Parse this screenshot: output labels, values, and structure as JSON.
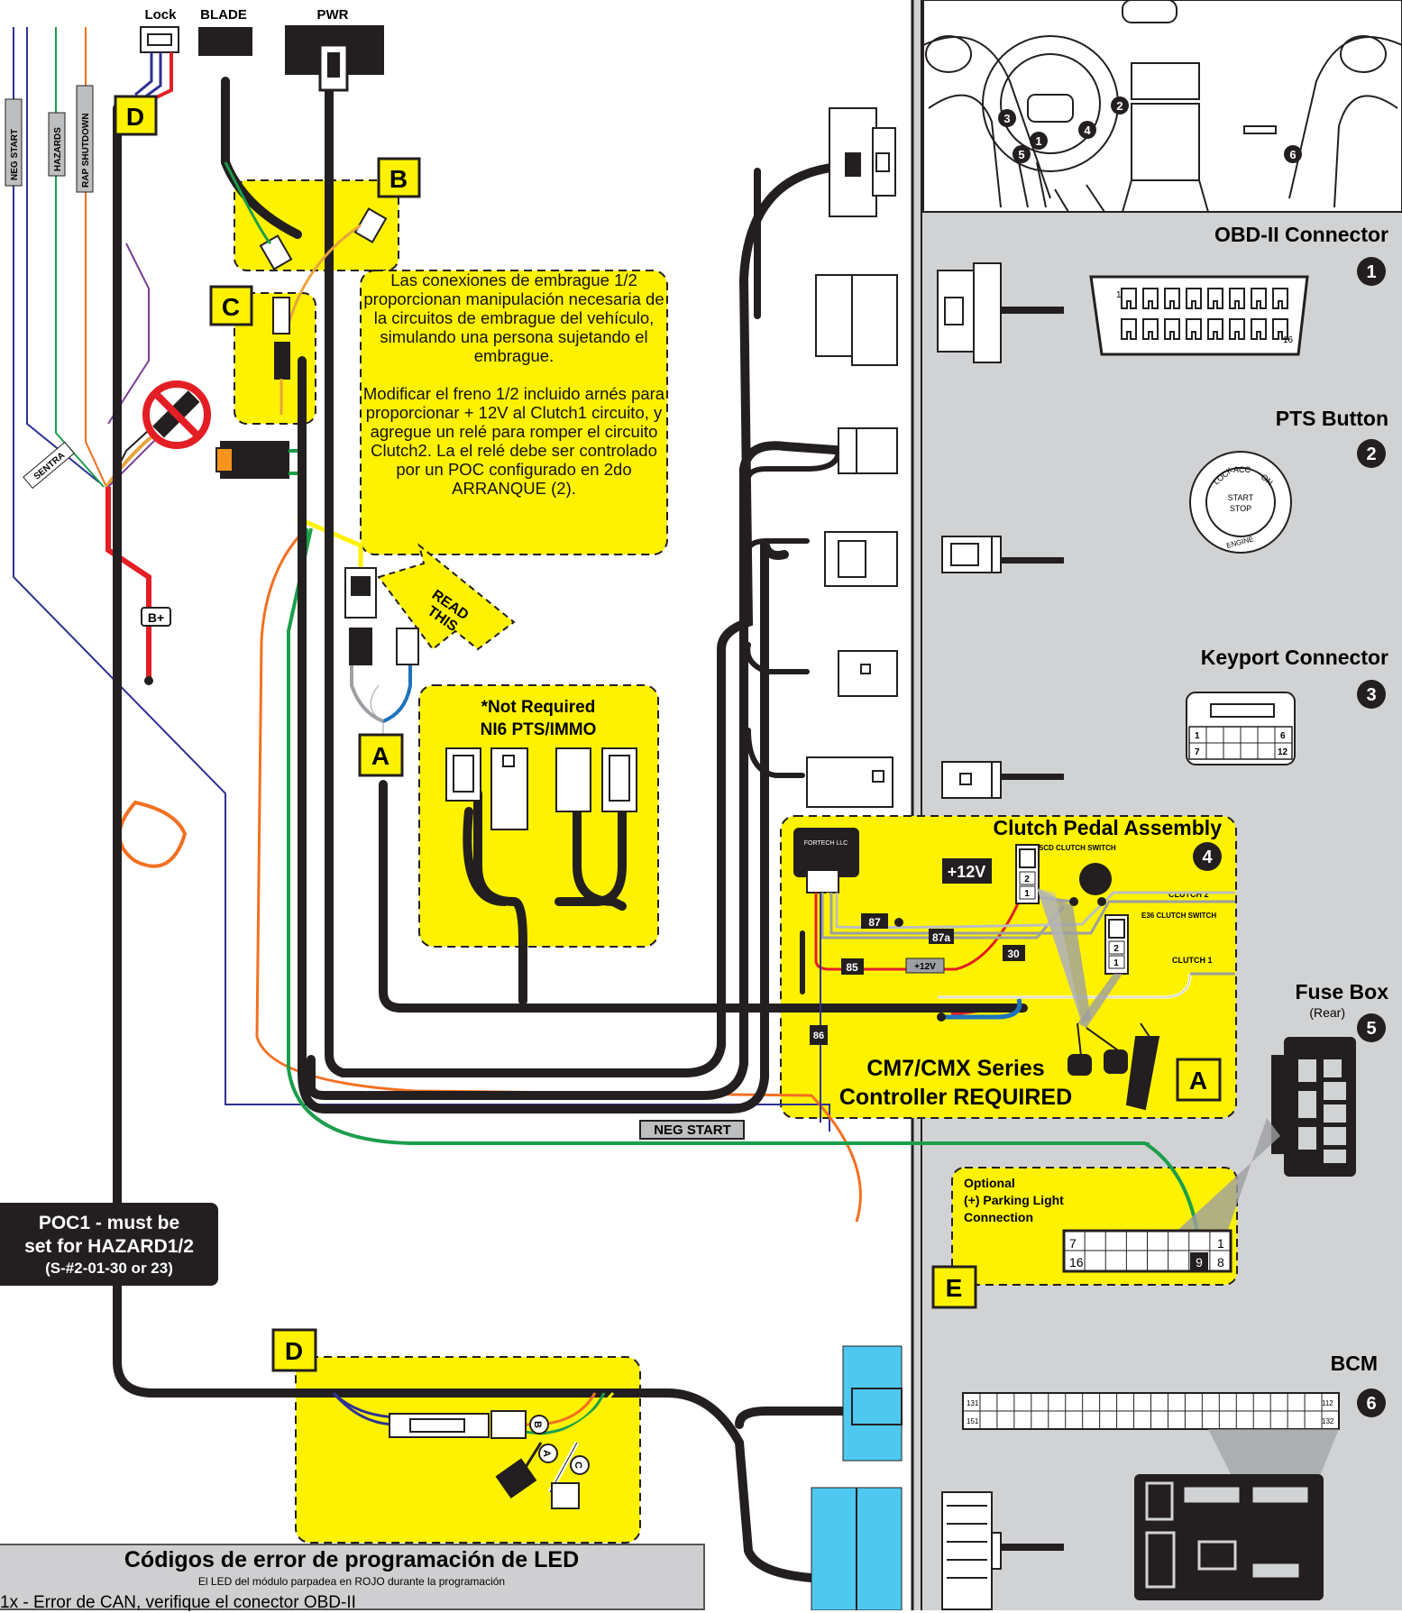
{
  "top_labels": {
    "lock": "Lock",
    "blade": "BLADE",
    "pwr": "PWR"
  },
  "wire_labels": {
    "neg_start": "NEG START",
    "hazards": "HAZARDS",
    "rap_shutdown": "RAP SHUTDOWN",
    "sentra": "SENTRA",
    "b_plus": "B+"
  },
  "letters": {
    "a": "A",
    "b": "B",
    "c": "C",
    "d": "D",
    "e": "E"
  },
  "read_this": {
    "l1": "READ",
    "l2": "THIS"
  },
  "clutch_note": {
    "p1": "Las conexiones de embrague 1/2 proporcionan manipulación necesaria de la circuitos de embrague del vehículo, simulando una persona sujetando el embrague.",
    "p2": "Modificar el freno 1/2 incluido arnés para proporcionar + 12V al Clutch1 circuito, y agregue un relé para romper el circuito Clutch2. La el relé debe ser controlado por un POC configurado en 2do ARRANQUE (2)."
  },
  "not_required": {
    "l1": "*Not Required",
    "l2": "NI6 PTS/IMMO"
  },
  "clutch_assembly": {
    "title": "Clutch Pedal Assembly",
    "e39": "E39 ASCD CLUTCH SWITCH",
    "e36": "E36 CLUTCH SWITCH",
    "clutch2": "CLUTCH 2",
    "clutch1": "CLUTCH 1",
    "plus12v": "+12V",
    "plus12v_small": "+12V",
    "relay": {
      "p87": "87",
      "p87a": "87a",
      "p30": "30",
      "p85": "85",
      "p86": "86"
    },
    "pin1": "1",
    "pin2": "2",
    "module": "FORTECH LLC",
    "num": "4"
  },
  "controller_required": {
    "l1": "CM7/CMX Series",
    "l2": "Controller REQUIRED"
  },
  "optional_parking": {
    "l1": "Optional",
    "l2": "(+) Parking Light",
    "l3": "Connection",
    "pins": {
      "p7": "7",
      "p1": "1",
      "p16": "16",
      "p9": "9",
      "p8": "8"
    }
  },
  "poc": {
    "l1": "POC1 - must be",
    "l2": "set for HAZARD1/2",
    "l3": "(S-#2-01-30 or 23)"
  },
  "led_codes": {
    "title": "Códigos de error de programación de LED",
    "subtitle": "El LED del módulo parpadea en ROJO durante la programación",
    "row1": "1x - Error de CAN, verifique el conector OBD-II"
  },
  "dash_numbers": [
    "1",
    "2",
    "3",
    "4",
    "5",
    "6"
  ],
  "right_panel": [
    {
      "title": "OBD-II Connector",
      "num": "1",
      "pin_a": "1",
      "pin_b": "16"
    },
    {
      "title": "PTS Button",
      "num": "2",
      "ring": [
        "LOCK",
        "ACC",
        "ON"
      ],
      "center": [
        "START",
        "STOP"
      ],
      "bottom": "ENGINE"
    },
    {
      "title": "Keyport Connector",
      "num": "3",
      "pins": [
        "1",
        "6",
        "7",
        "12"
      ]
    },
    {
      "title": "Fuse Box",
      "sub": "(Rear)",
      "num": "5"
    },
    {
      "title": "BCM",
      "num": "6",
      "pins": [
        "131",
        "112",
        "151",
        "132"
      ]
    }
  ],
  "colors": {
    "yellow": "#fff200",
    "black": "#231f20",
    "gray_panel": "#d1d2d4",
    "blue_conn": "#4fc8f0",
    "red": "#e31e24",
    "green": "#1b9e4b",
    "orange": "#f37021",
    "blue": "#2e3192",
    "purple": "#7b3f98"
  }
}
